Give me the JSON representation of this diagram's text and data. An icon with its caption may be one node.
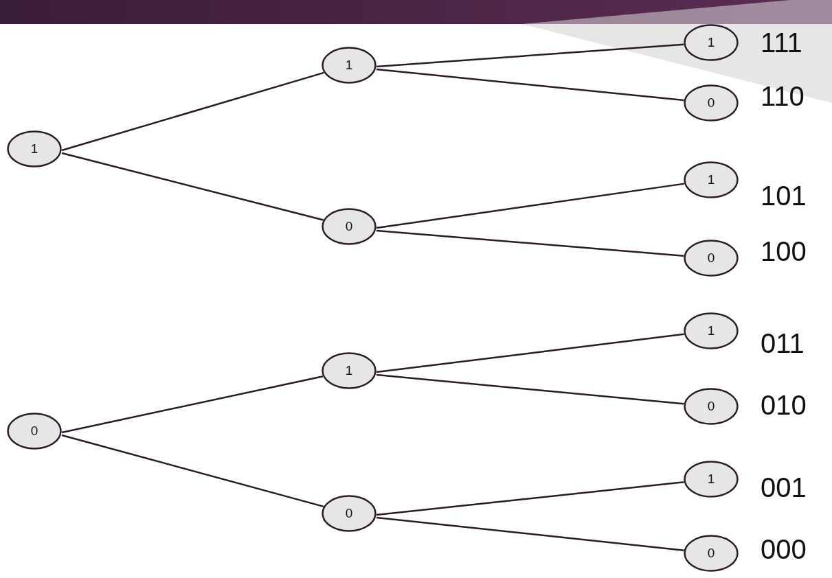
{
  "diagram": {
    "nodes": [
      {
        "text": [
          "1"
        ]
      },
      {
        "text": [
          "1"
        ]
      },
      {
        "text": [
          "0"
        ]
      },
      {
        "text": [
          "1"
        ],
        "beside": [
          "111"
        ]
      },
      {
        "text": [
          "0"
        ],
        "beside": [
          "110"
        ]
      },
      {
        "text": [
          "1"
        ],
        "beside": [
          "101"
        ]
      },
      {
        "text": [
          "0"
        ],
        "beside": [
          "100"
        ]
      },
      {
        "text": [
          "0"
        ]
      },
      {
        "text": [
          "1"
        ]
      },
      {
        "text": [
          "0"
        ]
      },
      {
        "text": [
          "1"
        ],
        "beside": [
          "011"
        ]
      },
      {
        "text": [
          "0"
        ],
        "beside": [
          "010"
        ]
      },
      {
        "text": [
          "1"
        ],
        "beside": [
          "001"
        ]
      },
      {
        "text": [
          "0"
        ],
        "beside": [
          "000"
        ]
      }
    ],
    "edges": [
      {
        "from": 0,
        "to": 1,
        "arrow": "none"
      },
      {
        "from": 0,
        "to": 2,
        "arrow": "none"
      },
      {
        "from": 1,
        "to": 3,
        "arrow": "none"
      },
      {
        "from": 1,
        "to": 4,
        "arrow": "none"
      },
      {
        "from": 2,
        "to": 5,
        "arrow": "none"
      },
      {
        "from": 2,
        "to": 6,
        "arrow": "none"
      },
      {
        "from": 7,
        "to": 8,
        "arrow": "none"
      },
      {
        "from": 7,
        "to": 9,
        "arrow": "none"
      },
      {
        "from": 8,
        "to": 10,
        "arrow": "none"
      },
      {
        "from": 8,
        "to": 11,
        "arrow": "none"
      },
      {
        "from": 9,
        "to": 12,
        "arrow": "none"
      },
      {
        "from": 9,
        "to": 13,
        "arrow": "none"
      }
    ]
  }
}
